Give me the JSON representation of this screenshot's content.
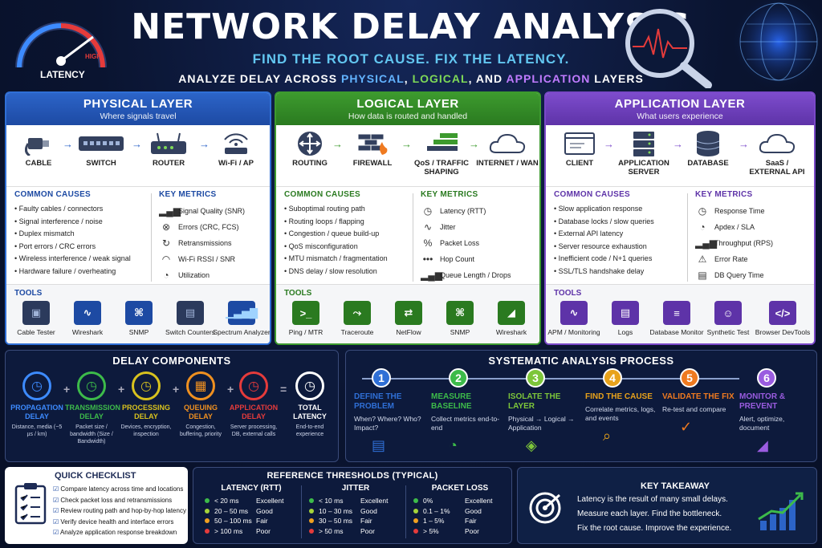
{
  "header": {
    "title": "NETWORK DELAY ANALYSIS",
    "subtitle": "FIND THE ROOT CAUSE. FIX THE LATENCY.",
    "tagline_pre": "ANALYZE DELAY ACROSS ",
    "tagline_physical": "PHYSICAL",
    "tagline_sep1": ", ",
    "tagline_logical": "LOGICAL",
    "tagline_sep2": ", AND ",
    "tagline_application": "APPLICATION",
    "tagline_post": " LAYERS",
    "gauge_label": "LATENCY",
    "gauge_high": "HIGH"
  },
  "physical": {
    "title": "PHYSICAL LAYER",
    "subtitle": "Where signals travel",
    "flow": [
      "CABLE",
      "SWITCH",
      "ROUTER",
      "Wi-Fi / AP"
    ],
    "causes_title": "COMMON CAUSES",
    "causes": [
      "Faulty cables / connectors",
      "Signal interference / noise",
      "Duplex mismatch",
      "Port errors / CRC errors",
      "Wireless interference / weak signal",
      "Hardware failure / overheating"
    ],
    "metrics_title": "KEY METRICS",
    "metrics": [
      "Signal Quality (SNR)",
      "Errors (CRC, FCS)",
      "Retransmissions",
      "Wi-Fi RSSI / SNR",
      "Utilization"
    ],
    "tools_title": "TOOLS",
    "tools": [
      "Cable Tester",
      "Wireshark",
      "SNMP",
      "Switch Counters",
      "Spectrum Analyzer"
    ]
  },
  "logical": {
    "title": "LOGICAL LAYER",
    "subtitle": "How data is routed and handled",
    "flow": [
      "ROUTING",
      "FIREWALL",
      "QoS / TRAFFIC SHAPING",
      "INTERNET / WAN"
    ],
    "causes_title": "COMMON CAUSES",
    "causes": [
      "Suboptimal routing path",
      "Routing loops / flapping",
      "Congestion / queue build-up",
      "QoS misconfiguration",
      "MTU mismatch / fragmentation",
      "DNS delay / slow resolution"
    ],
    "metrics_title": "KEY METRICS",
    "metrics": [
      "Latency (RTT)",
      "Jitter",
      "Packet Loss",
      "Hop Count",
      "Queue Length / Drops"
    ],
    "tools_title": "TOOLS",
    "tools": [
      "Ping / MTR",
      "Traceroute",
      "NetFlow",
      "SNMP",
      "Wireshark"
    ]
  },
  "application": {
    "title": "APPLICATION LAYER",
    "subtitle": "What users experience",
    "flow": [
      "CLIENT",
      "APPLICATION SERVER",
      "DATABASE",
      "SaaS / EXTERNAL API"
    ],
    "causes_title": "COMMON CAUSES",
    "causes": [
      "Slow application response",
      "Database locks / slow queries",
      "External API latency",
      "Server resource exhaustion",
      "Inefficient code / N+1 queries",
      "SSL/TLS handshake delay"
    ],
    "metrics_title": "KEY METRICS",
    "metrics": [
      "Response Time",
      "Apdex / SLA",
      "Throughput (RPS)",
      "Error Rate",
      "DB Query Time"
    ],
    "tools_title": "TOOLS",
    "tools": [
      "APM / Monitoring",
      "Logs",
      "Database Monitor",
      "Synthetic Test",
      "Browser DevTools"
    ]
  },
  "delay_components": {
    "title": "DELAY COMPONENTS",
    "items": [
      {
        "name": "PROPAGATION DELAY",
        "desc": "Distance, media (~5 µs / km)",
        "color": "#3d8bff"
      },
      {
        "name": "TRANSMISSION DELAY",
        "desc": "Packet size / bandwidth (Size / Bandwidth)",
        "color": "#3dbb4a"
      },
      {
        "name": "PROCESSING DELAY",
        "desc": "Devices, encryption, inspection",
        "color": "#d8c21e"
      },
      {
        "name": "QUEUING DELAY",
        "desc": "Congestion, buffering, priority",
        "color": "#ef9020"
      },
      {
        "name": "APPLICATION DELAY",
        "desc": "Server processing, DB, external calls",
        "color": "#e53b3b"
      },
      {
        "name": "TOTAL LATENCY",
        "desc": "End-to-end experience",
        "color": "#ffffff"
      }
    ],
    "plus": "+",
    "equals": "="
  },
  "process": {
    "title": "SYSTEMATIC ANALYSIS PROCESS",
    "steps": [
      {
        "num": "1",
        "name": "DEFINE THE PROBLEM",
        "desc": "When? Where? Who? Impact?",
        "color": "#2f6fd6"
      },
      {
        "num": "2",
        "name": "MEASURE BASELINE",
        "desc": "Collect metrics end-to-end",
        "color": "#3dbb4a"
      },
      {
        "num": "3",
        "name": "ISOLATE THE LAYER",
        "desc": "Physical → Logical → Application",
        "color": "#7dc63a"
      },
      {
        "num": "4",
        "name": "FIND THE CAUSE",
        "desc": "Correlate metrics, logs, and events",
        "color": "#e8a21b"
      },
      {
        "num": "5",
        "name": "VALIDATE THE FIX",
        "desc": "Re-test and compare",
        "color": "#ef7a20"
      },
      {
        "num": "6",
        "name": "MONITOR & PREVENT",
        "desc": "Alert, optimize, document",
        "color": "#9a5ce0"
      }
    ]
  },
  "checklist": {
    "title": "QUICK CHECKLIST",
    "items": [
      "Compare latency across time and locations",
      "Check packet loss and retransmissions",
      "Review routing path and hop-by-hop latency",
      "Verify device health and interface errors",
      "Analyze application response breakdown"
    ]
  },
  "thresholds": {
    "title": "REFERENCE THRESHOLDS  (TYPICAL)",
    "columns": [
      {
        "name": "LATENCY (RTT)",
        "rows": [
          [
            "< 20 ms",
            "Excellent"
          ],
          [
            "20 – 50 ms",
            "Good"
          ],
          [
            "50 – 100 ms",
            "Fair"
          ],
          [
            "> 100 ms",
            "Poor"
          ]
        ]
      },
      {
        "name": "JITTER",
        "rows": [
          [
            "< 10 ms",
            "Excellent"
          ],
          [
            "10 – 30 ms",
            "Good"
          ],
          [
            "30 – 50 ms",
            "Fair"
          ],
          [
            "> 50 ms",
            "Poor"
          ]
        ]
      },
      {
        "name": "PACKET LOSS",
        "rows": [
          [
            "0%",
            "Excellent"
          ],
          [
            "0.1 – 1%",
            "Good"
          ],
          [
            "1 – 5%",
            "Fair"
          ],
          [
            "> 5%",
            "Poor"
          ]
        ]
      }
    ],
    "dot_colors": [
      "#3dbb4a",
      "#a5d43a",
      "#f0a020",
      "#e53b3b"
    ]
  },
  "takeaway": {
    "title": "KEY TAKEAWAY",
    "lines": [
      "Latency is the result of many small delays.",
      "Measure each layer. Find the bottleneck.",
      "Fix the root cause. Improve the experience."
    ]
  }
}
